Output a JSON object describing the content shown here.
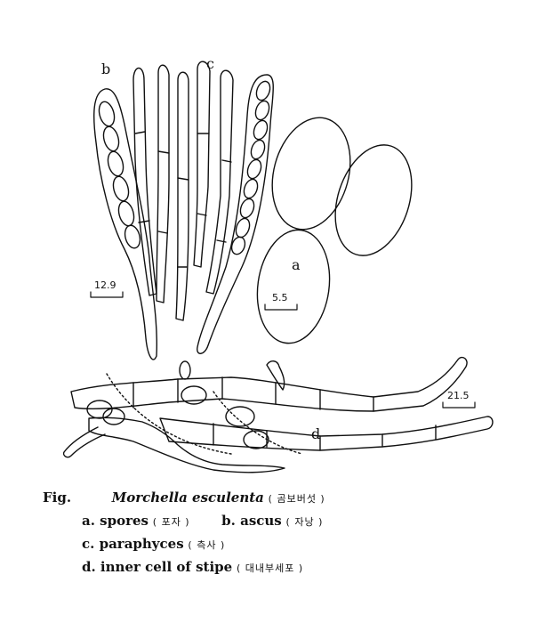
{
  "labels": {
    "a": "a",
    "b": "b",
    "c": "c",
    "d": "d"
  },
  "scales": {
    "left": "12.9",
    "spores": "5.5",
    "stipe": "21.5"
  },
  "caption": {
    "fig": "Fig.",
    "species": "Morchella esculenta",
    "species_ko": "( 곰보버섯 )",
    "a_label": "a. spores",
    "a_ko": "( 포자 )",
    "b_label": "b. ascus",
    "b_ko": "( 자낭 )",
    "c_label": "c.  paraphyces",
    "c_ko": "( 측사 )",
    "d_label": "d. inner cell of stipe",
    "d_ko": "( 대내부세포 )"
  }
}
